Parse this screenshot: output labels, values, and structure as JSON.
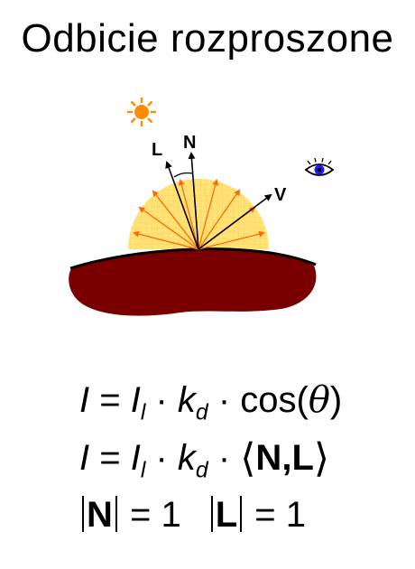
{
  "title": "Odbicie rozproszone",
  "diagram": {
    "label_L": "L",
    "label_N": "N",
    "label_V": "V",
    "icons": [
      "sun-icon",
      "eye-icon"
    ],
    "colors": {
      "surface": "#7a0000",
      "hemisphere": "#ffe27a",
      "ray": "#ff6a00",
      "sun": "#ff8c00",
      "eye_iris": "#1a1aff"
    }
  },
  "equations": {
    "eq1": {
      "I": "I",
      "eq": " = ",
      "Il": "I",
      "l": "l",
      "dot1": " · ",
      "k": "k",
      "d": "d",
      "dot2": " · ",
      "cos": "cos(",
      "theta": "θ",
      "close": ")"
    },
    "eq2": {
      "I": "I",
      "eq": " = ",
      "Il": "I",
      "l": "l",
      "dot1": " · ",
      "k": "k",
      "d": "d",
      "dot2": " · ",
      "open": "⟨",
      "N": "N",
      "comma": ",",
      "L": "L",
      "close": "⟩"
    },
    "eq3": {
      "N": "N",
      "eqN": " = 1",
      "L": "L",
      "eqL": " = 1"
    }
  }
}
